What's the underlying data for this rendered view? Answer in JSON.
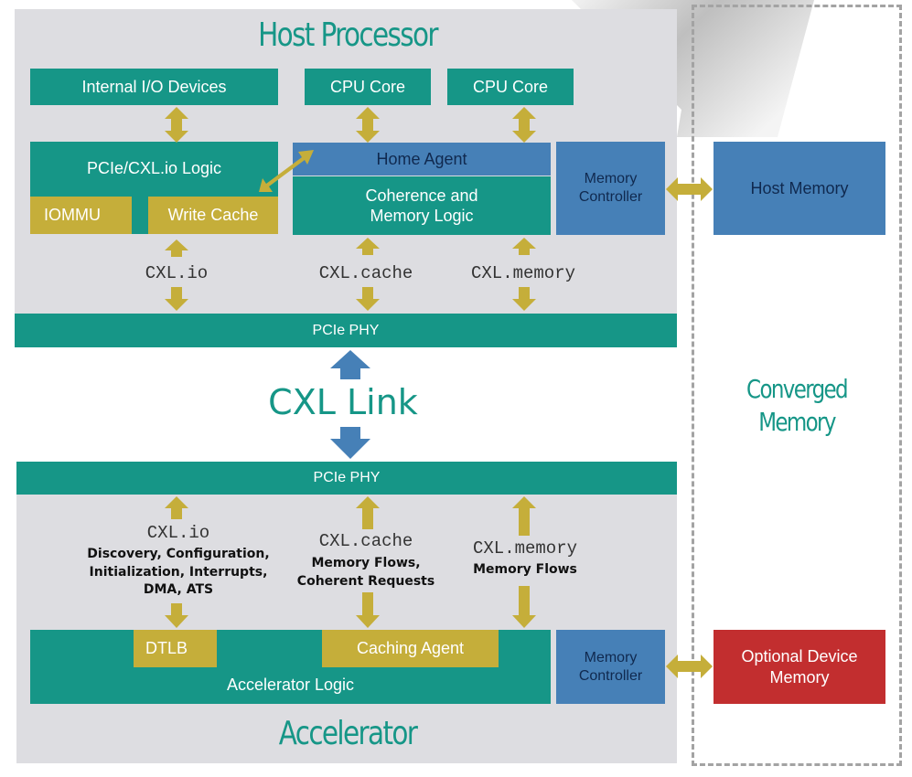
{
  "colors": {
    "teal": "#169687",
    "gold": "#c5ae3a",
    "blue": "#4680b7",
    "red": "#c22e2f",
    "panel": "#dddde1",
    "dashed_border": "#a3a3a3"
  },
  "host": {
    "title": "Host Processor",
    "internal_io": "Internal I/O Devices",
    "cpu_core_1": "CPU Core",
    "cpu_core_2": "CPU Core",
    "pcie_cxl_logic": "PCIe/CXL.io Logic",
    "iommu": "IOMMU",
    "write_cache": "Write Cache",
    "home_agent": "Home Agent",
    "coherence_logic": "Coherence and Memory Logic",
    "memory_controller": "Memory Controller",
    "protocols": [
      "CXL.io",
      "CXL.cache",
      "CXL.memory"
    ],
    "phy": "PCIe PHY"
  },
  "link": {
    "label": "CXL Link"
  },
  "accelerator": {
    "title": "Accelerator",
    "phy": "PCIe PHY",
    "protocols": [
      {
        "name": "CXL.io",
        "desc_lines": [
          "Discovery, Configuration,",
          "Initialization, Interrupts,",
          "DMA, ATS"
        ]
      },
      {
        "name": "CXL.cache",
        "desc_lines": [
          "Memory Flows,",
          "Coherent Requests"
        ]
      },
      {
        "name": "CXL.memory",
        "desc_lines": [
          "Memory Flows"
        ]
      }
    ],
    "dtlb": "DTLB",
    "caching_agent": "Caching Agent",
    "logic": "Accelerator Logic",
    "memory_controller": "Memory Controller"
  },
  "converged": {
    "title_line1": "Converged",
    "title_line2": "Memory",
    "host_memory": "Host Memory",
    "device_memory": "Optional Device Memory"
  }
}
